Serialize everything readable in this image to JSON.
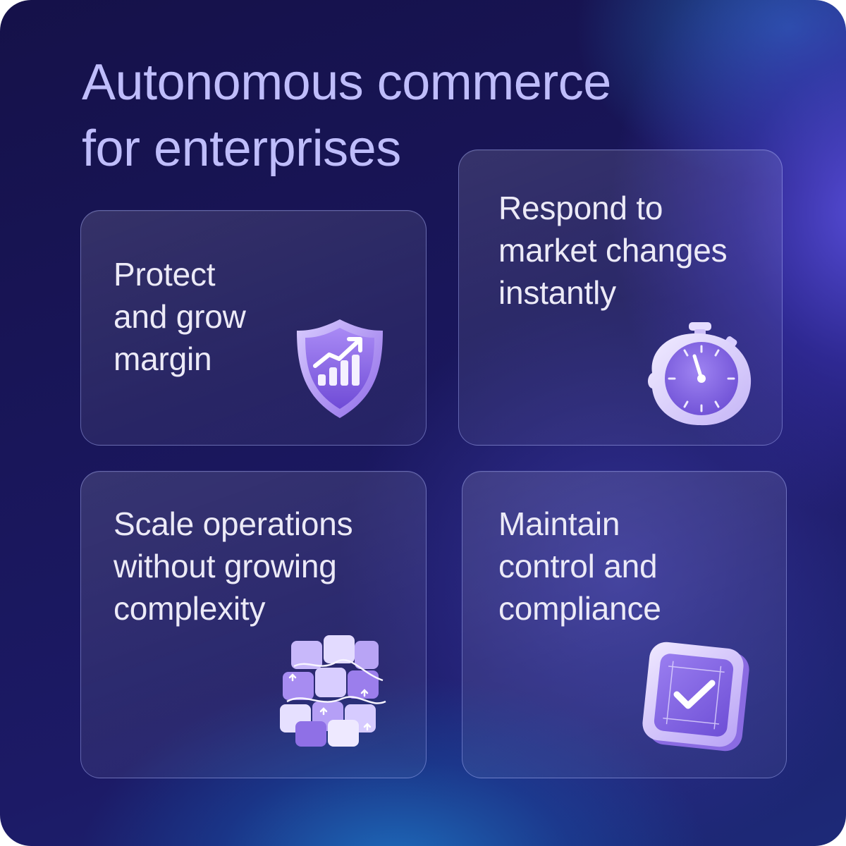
{
  "headline": {
    "line1": "Autonomous commerce",
    "line2": "for enterprises"
  },
  "cards": [
    {
      "lines": [
        "Protect",
        "and grow",
        "margin"
      ],
      "icon": "shield-growth-icon"
    },
    {
      "lines": [
        "Respond to",
        "market changes",
        "instantly"
      ],
      "icon": "stopwatch-icon"
    },
    {
      "lines": [
        "Scale operations",
        "without growing",
        "complexity"
      ],
      "icon": "cubes-icon"
    },
    {
      "lines": [
        "Maintain",
        "control and",
        "compliance"
      ],
      "icon": "checkmark-tile-icon"
    }
  ],
  "colors": {
    "headline": "#bfbdfb",
    "card_text": "#eceaf7",
    "icon_primary": "#9c7cf0",
    "icon_light": "#ddd4ff"
  }
}
